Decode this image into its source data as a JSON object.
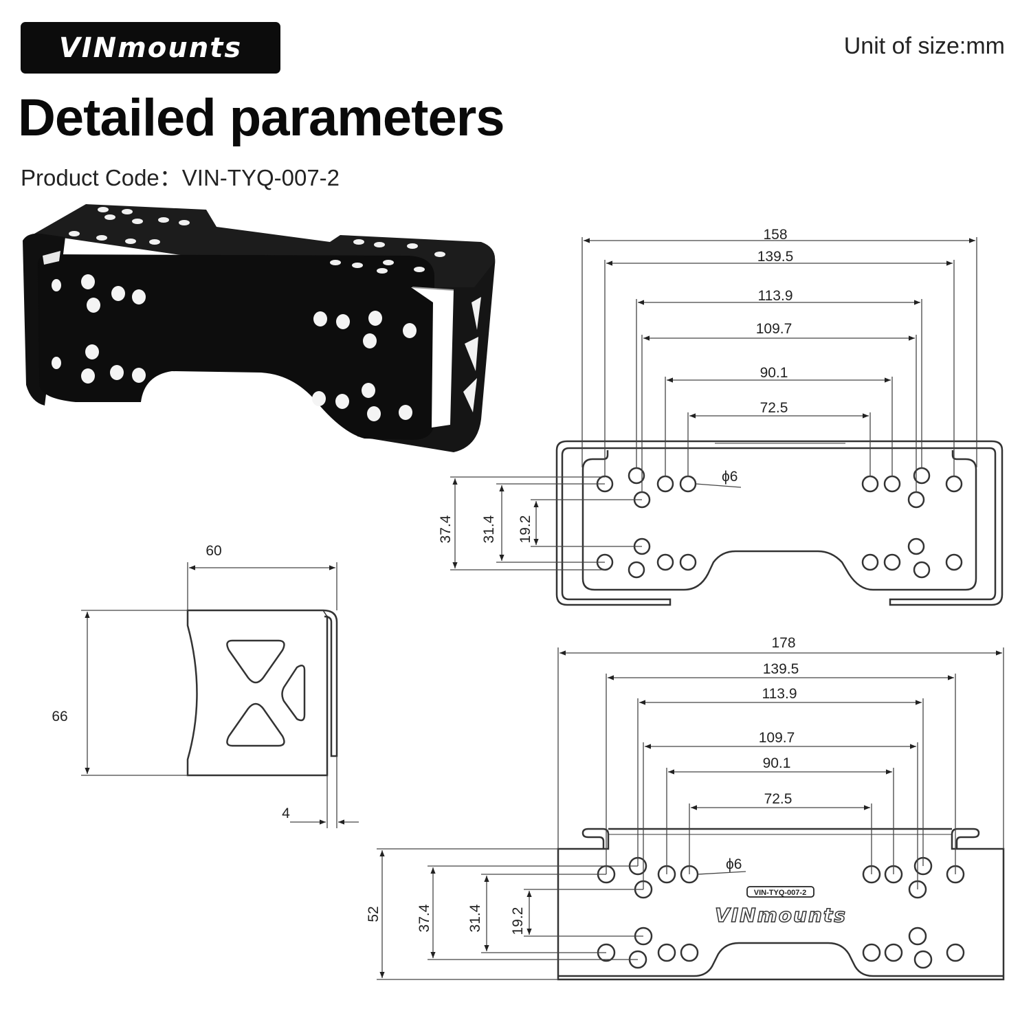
{
  "header": {
    "brand": "VINmounts",
    "unit_label": "Unit of size:mm",
    "title": "Detailed parameters",
    "product_code_label": "Product Code：",
    "product_code_value": "VIN-TYQ-007-2"
  },
  "top_view": {
    "dims": [
      "158",
      "139.5",
      "113.9",
      "109.7",
      "90.1",
      "72.5"
    ],
    "vertical_dims": [
      "37.4",
      "31.4",
      "19.2"
    ],
    "hole_label": "ϕ6"
  },
  "side_view": {
    "width": "60",
    "height": "66",
    "thickness": "4"
  },
  "front_view": {
    "dims": [
      "178",
      "139.5",
      "113.9",
      "109.7",
      "90.1",
      "72.5"
    ],
    "vertical_dims": [
      "52",
      "37.4",
      "31.4",
      "19.2"
    ],
    "hole_label": "ϕ6",
    "engraved_code": "VIN-TYQ-007-2",
    "engraved_brand": "VINmounts"
  }
}
